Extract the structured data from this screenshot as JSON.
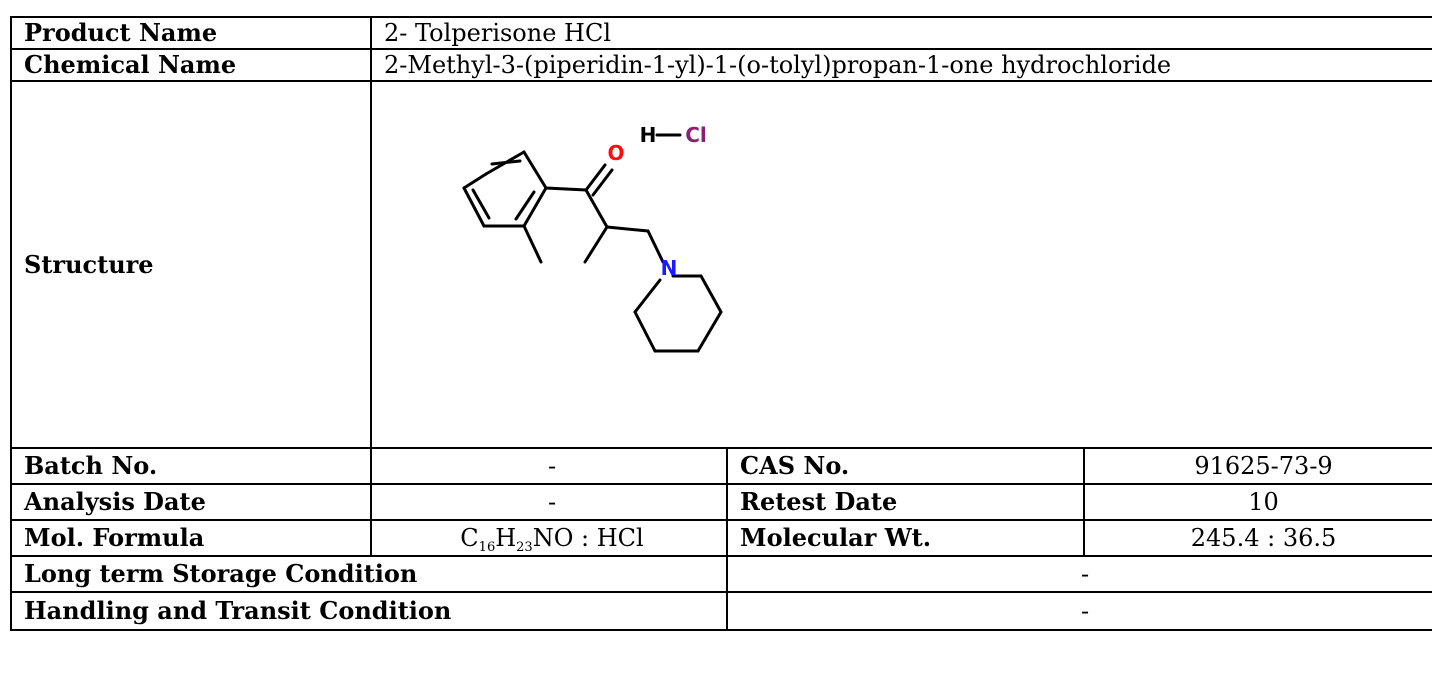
{
  "product": {
    "label": "Product Name",
    "value": "2- Tolperisone HCl"
  },
  "chemical": {
    "label": "Chemical Name",
    "value": "2-Methyl-3-(piperidin-1-yl)-1-(o-tolyl)propan-1-one hydrochloride"
  },
  "structure": {
    "label": "Structure",
    "atoms": {
      "oxygen": "O",
      "nitrogen": "N",
      "hydrogen": "H",
      "chlorine": "Cl"
    },
    "colors": {
      "oxygen": "#ff0d0d",
      "nitrogen": "#1a1aff",
      "chlorine": "#8c1f70",
      "bond": "#000000"
    }
  },
  "batch": {
    "label": "Batch No.",
    "value": "-"
  },
  "cas": {
    "label": "CAS No.",
    "value": "91625-73-9"
  },
  "analysis": {
    "label": "Analysis Date",
    "value": "-"
  },
  "retest": {
    "label": "Retest Date",
    "value": "10"
  },
  "formula": {
    "label": "Mol. Formula",
    "c": "C",
    "c_count": "16",
    "h": "H",
    "h_count": "23",
    "rest": "NO : HCl"
  },
  "mw": {
    "label": "Molecular Wt.",
    "value": "245.4 : 36.5"
  },
  "storage": {
    "label": "Long term Storage Condition",
    "value": "-"
  },
  "handling": {
    "label": "Handling and Transit Condition",
    "value": "-"
  }
}
